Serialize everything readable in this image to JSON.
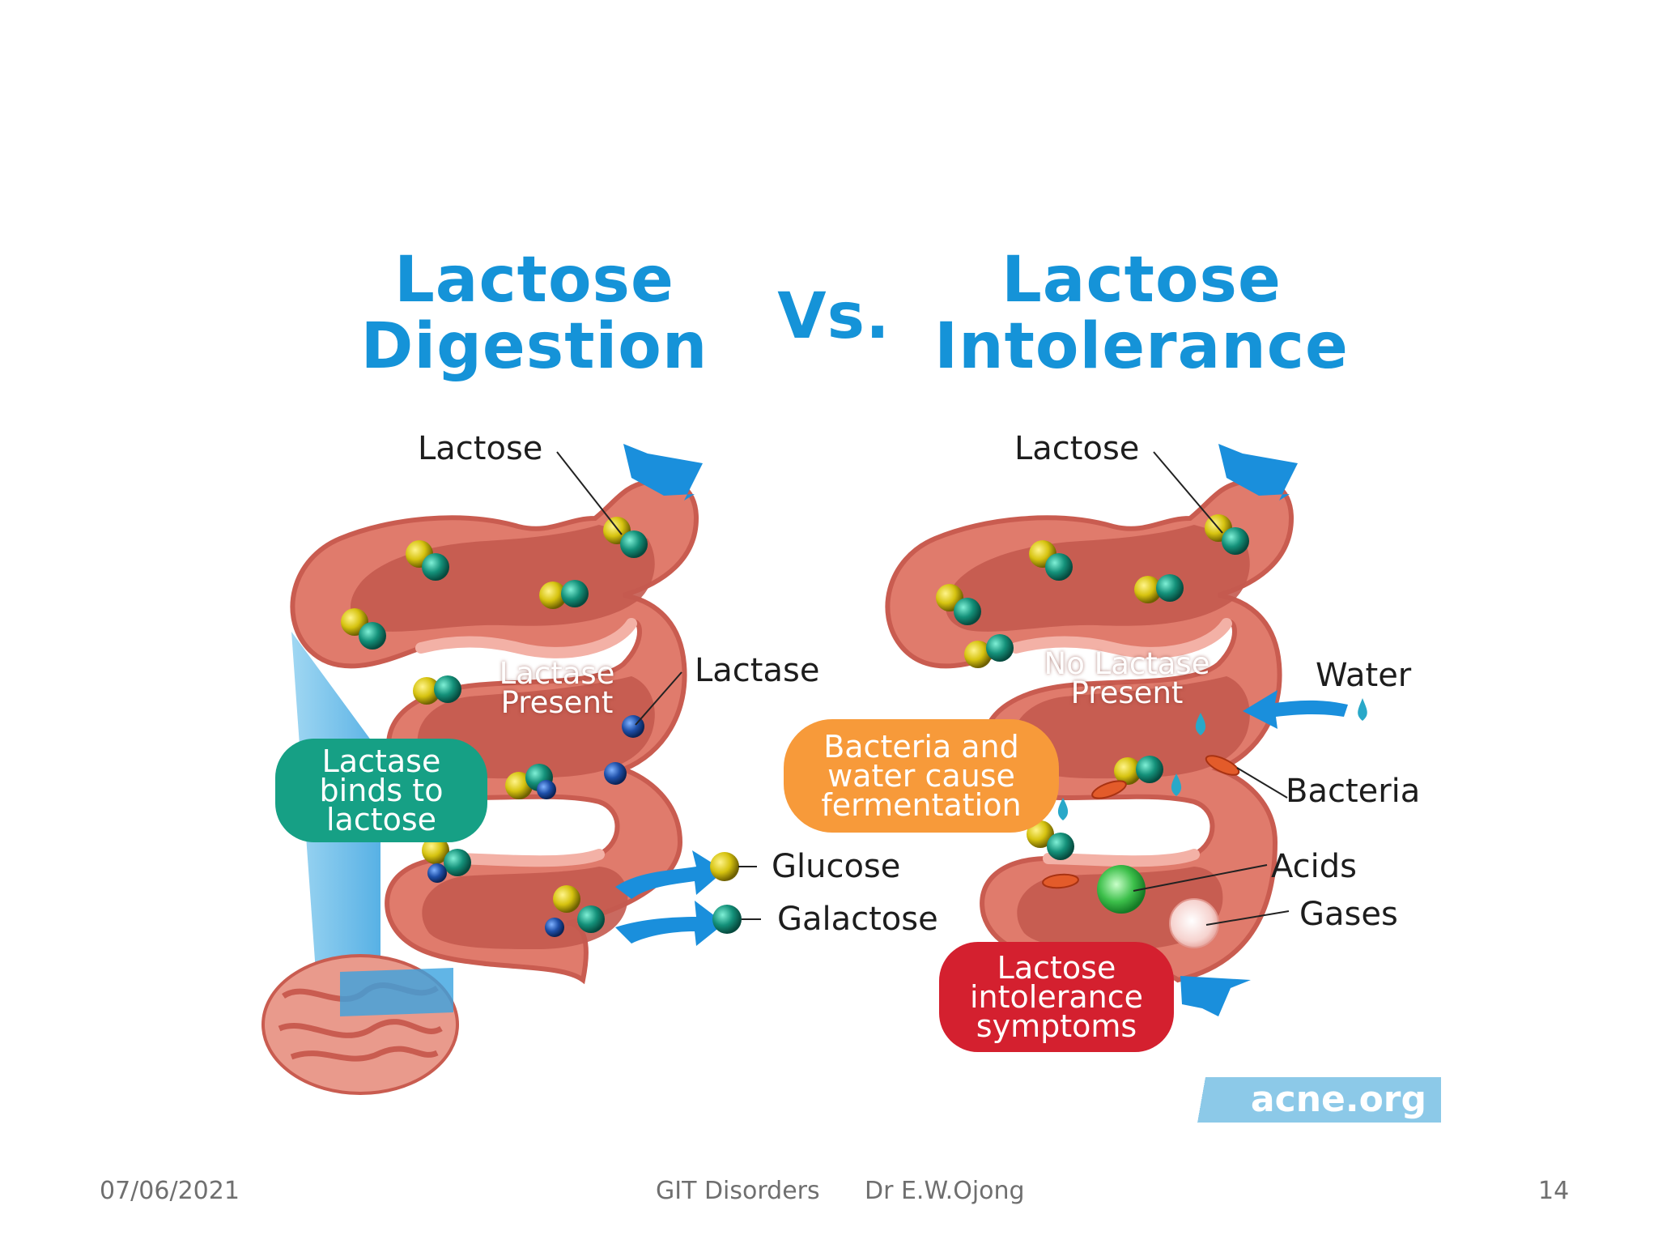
{
  "slide": {
    "title_left": [
      "Lactose",
      "Digestion"
    ],
    "title_vs": "Vs.",
    "title_right": [
      "Lactose",
      "Intolerance"
    ]
  },
  "digestion": {
    "lactose_label": "Lactose",
    "lactase_present": [
      "Lactase",
      "Present"
    ],
    "lactase_label": "Lactase",
    "binds_callout": [
      "Lactase",
      "binds to",
      "lactose"
    ],
    "glucose_label": "Glucose",
    "galactose_label": "Galactose"
  },
  "intolerance": {
    "lactose_label": "Lactose",
    "no_lactase_present": [
      "No Lactase",
      "Present"
    ],
    "water_label": "Water",
    "bacteria_label": "Bacteria",
    "fermentation_callout": [
      "Bacteria and",
      "water cause",
      "fermentation"
    ],
    "acids_label": "Acids",
    "gases_label": "Gases",
    "symptoms_callout": [
      "Lactose",
      "intolerance",
      "symptoms"
    ]
  },
  "watermark": "acne.org",
  "footer": {
    "date": "07/06/2021",
    "course": "GIT Disorders",
    "author": "Dr E.W.Ojong",
    "page": "14"
  },
  "colors": {
    "title_blue": "#1593d8",
    "arrow_blue": "#1a8fdc",
    "intestine": "#e07b6c",
    "intestine_inner": "#c95c50",
    "glucose_yellow": "#c9b50c",
    "galactose_teal": "#14917a",
    "lactase_blue": "#1e4fa8",
    "binds_green": "#16a085",
    "ferment_orange": "#f79a3a",
    "symptoms_red": "#d4202f"
  }
}
